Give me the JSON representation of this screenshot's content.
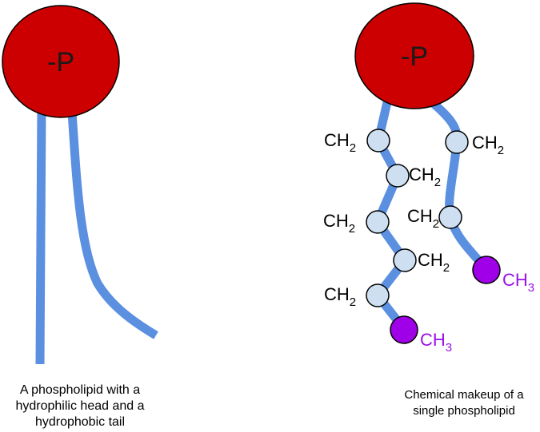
{
  "diagram": {
    "head_label": "-P",
    "colors": {
      "head_fill": "#cc0000",
      "tail_stroke": "#5b8fe0",
      "ch2_node_fill": "#cddff0",
      "ch3_node_fill": "#a000e8",
      "ch3_text": "#9b10e8"
    },
    "left": {
      "caption_lines": [
        "A phospholipid with a",
        "hydrophilic head and a",
        "hydrophobic tail"
      ]
    },
    "right": {
      "ch2_main": "CH",
      "ch2_sub": "2",
      "ch3_main": "CH",
      "ch3_sub": "3",
      "caption_lines": [
        "Chemical makeup of a",
        "single phospholipid"
      ]
    }
  }
}
